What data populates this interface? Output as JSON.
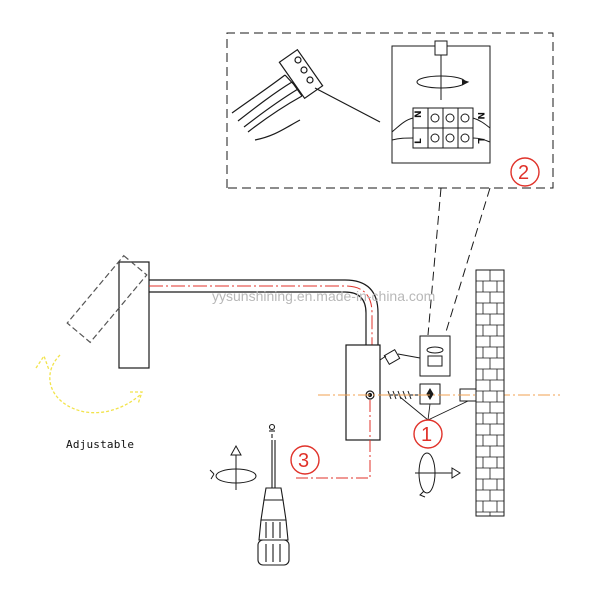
{
  "labels": {
    "adjustable": "Adjustable",
    "watermark": "yysunshining.en.made-in-china.com",
    "step_1": "1",
    "step_2": "2",
    "step_3": "3"
  },
  "terminal_block": {
    "left_top": "N",
    "left_bottom": "L",
    "right_top": "N",
    "right_bottom": "L"
  },
  "colors": {
    "line": "#1a1a1a",
    "callout": "#e0322a",
    "red_wire": "#e0322a",
    "orange_axis": "#f0a050",
    "arrow_yellow": "#f2e34b",
    "gray": "#9a9a9a"
  },
  "icons": [
    "screwdriver-icon",
    "rotate-arrow-icon",
    "wall-anchor-icon",
    "screw-icon"
  ]
}
